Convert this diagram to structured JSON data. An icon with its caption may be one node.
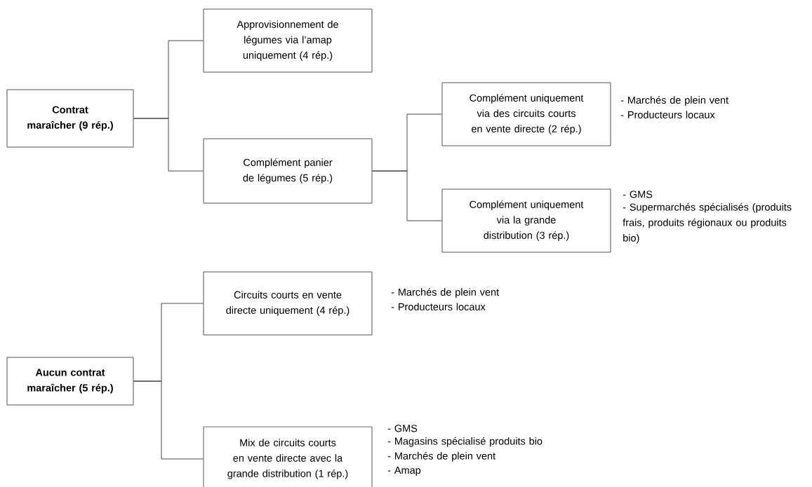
{
  "diagram": {
    "nodes": [
      {
        "text": [
          "Contrat maraîcher (9 rép.)"
        ]
      },
      {
        "text": [
          "Approvisionnement de légumes via l’amap uniquement (4 rép.)"
        ]
      },
      {
        "text": [
          "Complément panier de légumes (5 rép.)"
        ]
      },
      {
        "text": [
          "Complément uniquement via des circuits courts en vente directe (2 rép.)"
        ],
        "beside": [
          "- Marchés de plein vent",
          "- Producteurs locaux"
        ]
      },
      {
        "text": [
          "Complément uniquement via la grande distribution (3 rép.)"
        ],
        "beside": [
          "- GMS",
          "- Supermarchés spécialisés (produits frais, produits régionaux ou produits bio)"
        ]
      },
      {
        "text": [
          "Aucun contrat maraîcher (5 rép.)"
        ]
      },
      {
        "text": [
          "Circuits courts en vente directe uniquement (4 rép.)"
        ],
        "beside": [
          "- Marchés de plein vent",
          "- Producteurs locaux"
        ]
      },
      {
        "text": [
          "Mix de circuits courts en vente directe avec la grande distribution (1 rép.)"
        ],
        "beside": [
          "- GMS",
          "- Magasins spécialisé produits bio",
          "- Marchés de plein vent",
          "- Amap"
        ]
      }
    ],
    "edges": [
      {
        "from": 0,
        "to": 1,
        "arrow": "none"
      },
      {
        "from": 0,
        "to": 2,
        "arrow": "none"
      },
      {
        "from": 2,
        "to": 3,
        "arrow": "none"
      },
      {
        "from": 2,
        "to": 4,
        "arrow": "none"
      },
      {
        "from": 5,
        "to": 6,
        "arrow": "none"
      },
      {
        "from": 5,
        "to": 7,
        "arrow": "none"
      }
    ]
  }
}
